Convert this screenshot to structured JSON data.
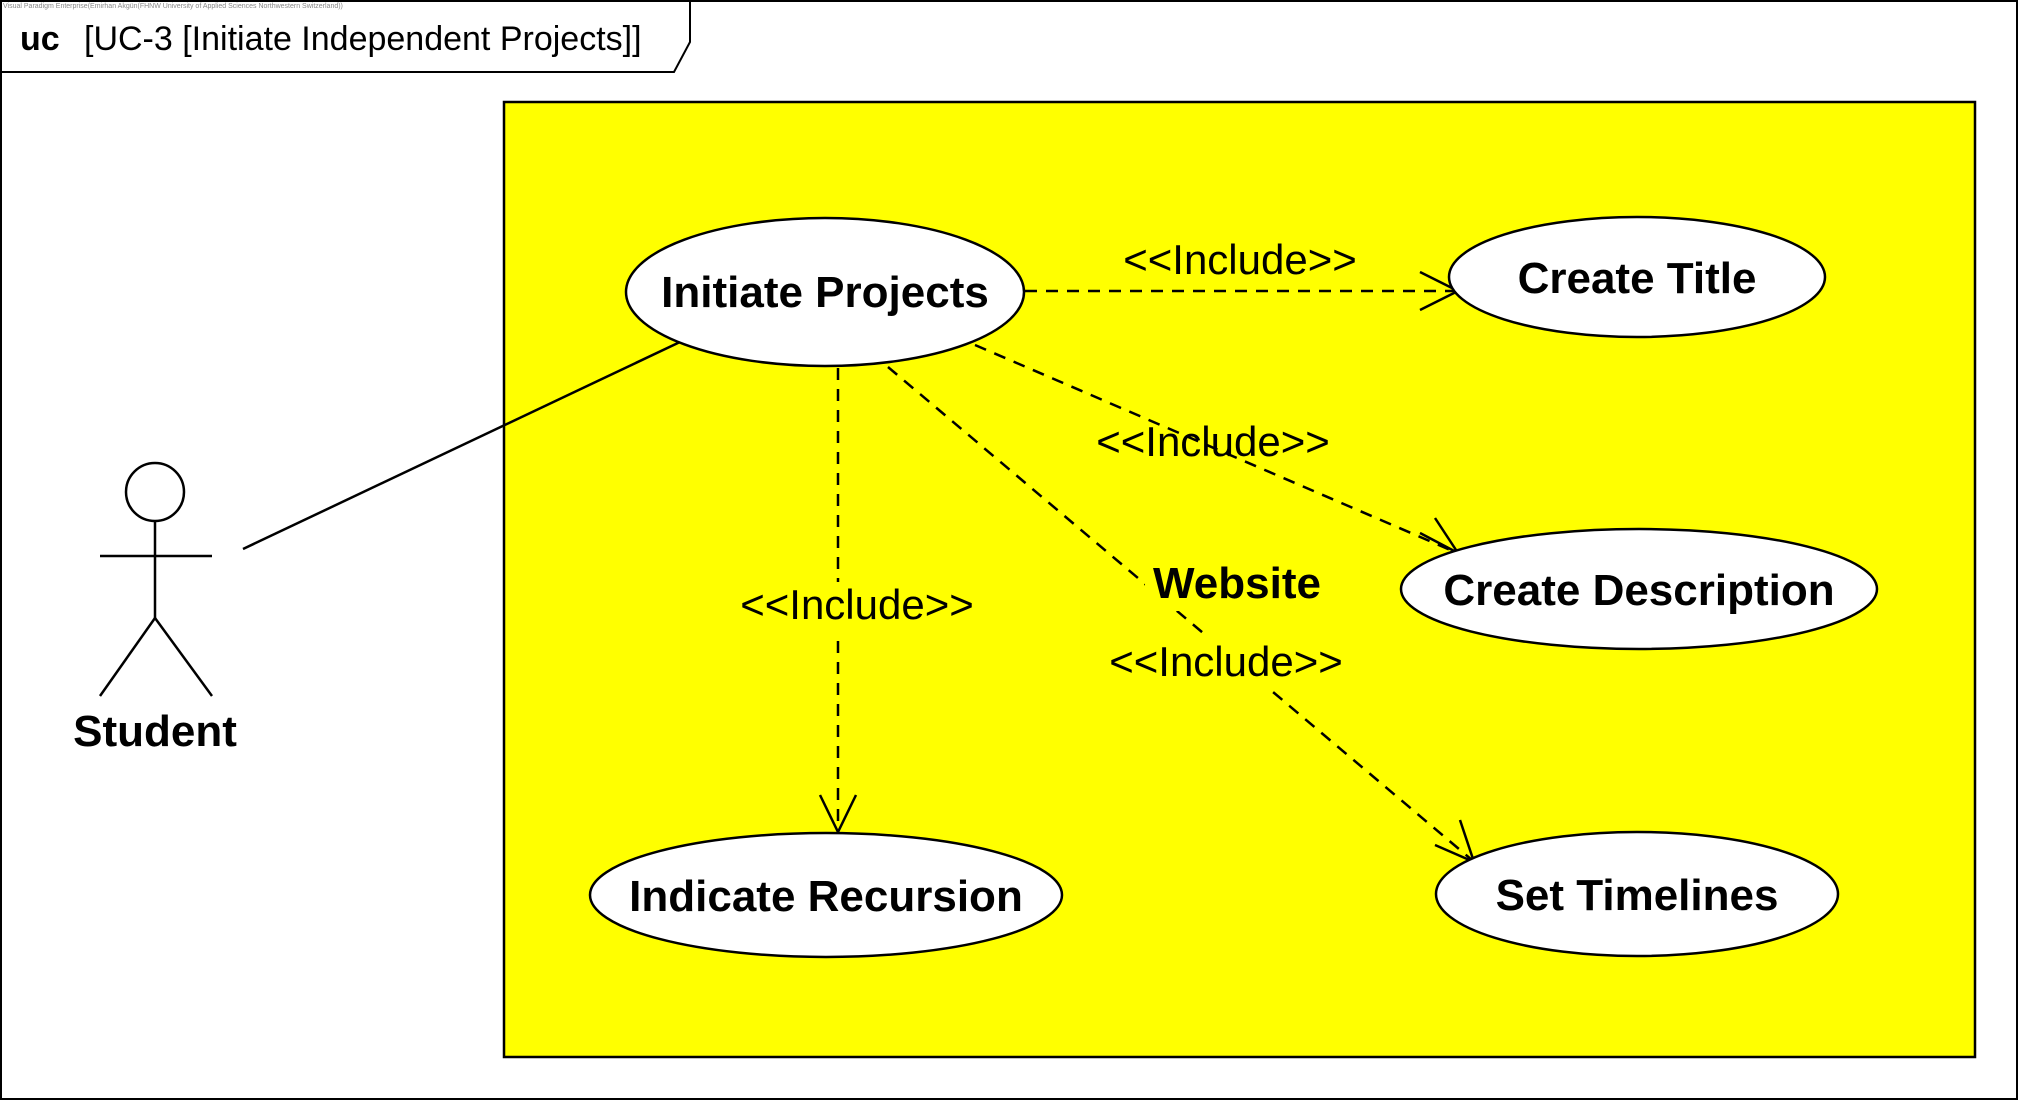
{
  "frame": {
    "kind": "uc",
    "name": "[UC-3 [Initiate Independent Projects]]",
    "watermark": "Visual Paradigm Enterprise(Emirhan Akgün(FHNW University of Applied Sciences Northwestern Switzerland))"
  },
  "system": {
    "name": "Website",
    "fill_color": "#ffff00"
  },
  "actor": {
    "name": "Student"
  },
  "use_cases": {
    "initiate": "Initiate Projects",
    "title": "Create Title",
    "description": "Create Description",
    "recursion": "Indicate Recursion",
    "timelines": "Set Timelines"
  },
  "relations": {
    "include_title": "<<Include>>",
    "include_description": "<<Include>>",
    "include_recursion": "<<Include>>",
    "include_timelines": "<<Include>>"
  }
}
